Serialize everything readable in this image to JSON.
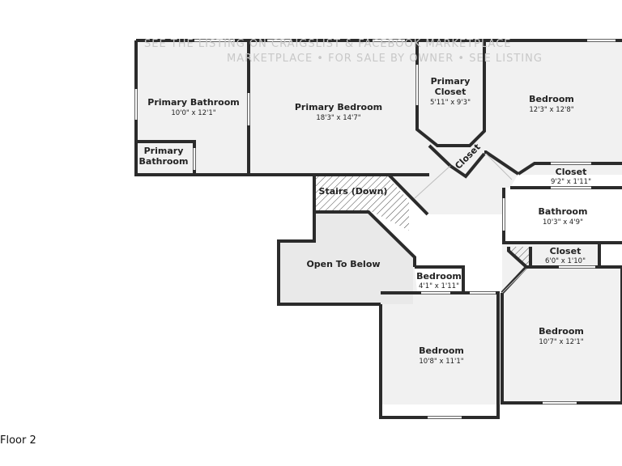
{
  "watermark": {
    "line1": "SEE THE LISTING ON CRAIGSLIST & FACEBOOK MARKETPLACE",
    "line2": "MARKETPLACE • FOR SALE BY OWNER • SEE LISTING"
  },
  "floor_label": "Floor 2",
  "colors": {
    "wall": "#2b2b2b",
    "floor": "#f1f1f1",
    "open_floor": "#e9e9e9",
    "window": "#ffffff"
  },
  "rooms": {
    "primary_bathroom": {
      "name": "Primary Bathroom",
      "dim": "10'0\" x 12'1\""
    },
    "primary_bathroom_small": {
      "name_line1": "Primary",
      "name_line2": "Bathroom"
    },
    "primary_bedroom": {
      "name": "Primary Bedroom",
      "dim": "18'3\" x 14'7\""
    },
    "primary_closet": {
      "name_line1": "Primary",
      "name_line2": "Closet",
      "dim": "5'11\" x 9'3\""
    },
    "bedroom_ne": {
      "name": "Bedroom",
      "dim": "12'3\" x 12'8\""
    },
    "closet_diag": {
      "name": "Closet"
    },
    "closet_upper": {
      "name": "Closet",
      "dim": "9'2\" x 1'11\""
    },
    "bathroom": {
      "name": "Bathroom",
      "dim": "10'3\" x 4'9\""
    },
    "closet_lower": {
      "name": "Closet",
      "dim": "6'0\" x 1'10\""
    },
    "stairs": {
      "name": "Stairs (Down)"
    },
    "open_to_below": {
      "name": "Open To Below"
    },
    "bedroom_small": {
      "name": "Bedroom",
      "dim": "4'1\" x 1'11\""
    },
    "bedroom_s": {
      "name": "Bedroom",
      "dim": "10'8\" x 11'1\""
    },
    "bedroom_se": {
      "name": "Bedroom",
      "dim": "10'7\" x 12'1\""
    }
  }
}
